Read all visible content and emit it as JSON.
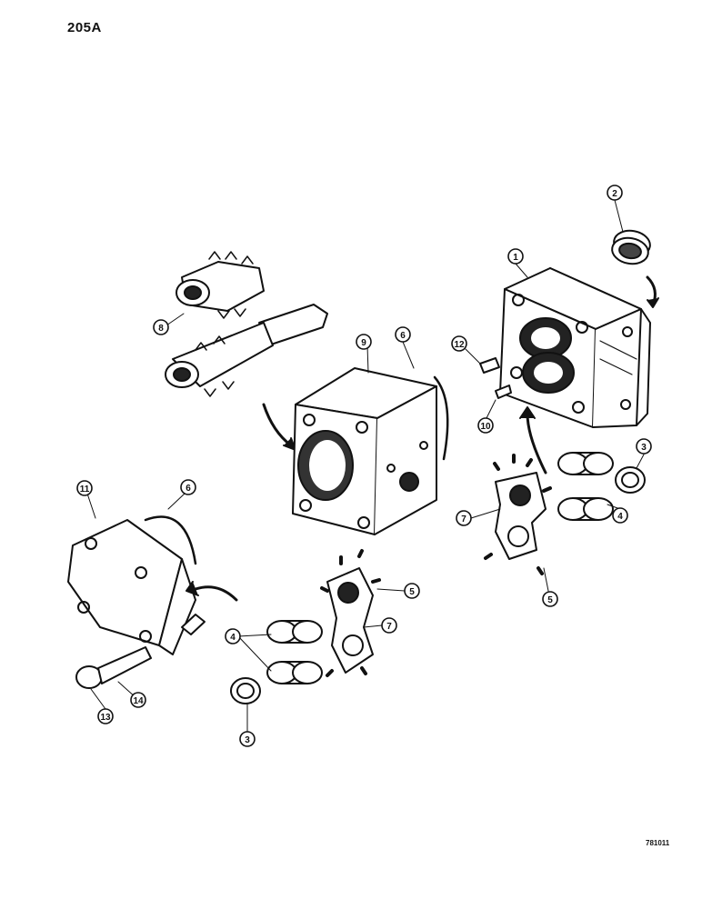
{
  "page_number": "205A",
  "figure_code": "781011",
  "callouts": {
    "c1": "1",
    "c2": "2",
    "c3a": "3",
    "c3b": "3",
    "c4a": "4",
    "c4b": "4",
    "c5a": "5",
    "c5b": "5",
    "c6a": "6",
    "c6b": "6",
    "c7a": "7",
    "c7b": "7",
    "c8": "8",
    "c9": "9",
    "c10": "10",
    "c11": "11",
    "c12": "12",
    "c13": "13",
    "c14": "14"
  }
}
